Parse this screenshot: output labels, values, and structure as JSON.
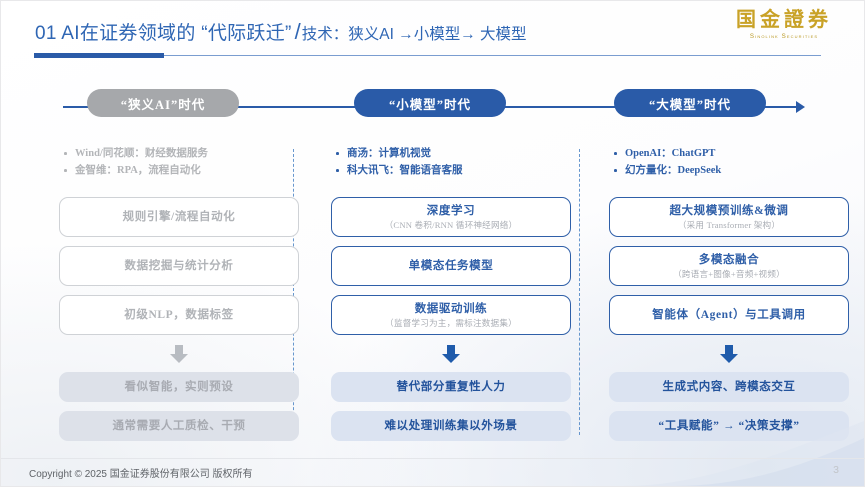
{
  "header": {
    "title_main": "01 AI在证券领域的 “代际跃迁”",
    "slash": "/",
    "title_sub": "技术：狭义AI →小模型→ 大模型",
    "logo_cn": "国金證券",
    "logo_en": "Sinolink Securities",
    "accent_color": "#2a5ba8"
  },
  "timeline": {
    "pills": [
      {
        "label": "“狭义AI”时代",
        "style": "gray"
      },
      {
        "label": "“小模型”时代",
        "style": "blue"
      },
      {
        "label": "“大模型”时代",
        "style": "blue"
      }
    ],
    "line_color": "#2a5ba8"
  },
  "columns": [
    {
      "tone": "gray",
      "bullets": [
        "Wind/同花顺：财经数据服务",
        "金智维：RPA，流程自动化"
      ],
      "boxes": [
        {
          "title": "规则引擎/流程自动化",
          "sub": ""
        },
        {
          "title": "数据挖掘与统计分析",
          "sub": ""
        },
        {
          "title": "初级NLP，数据标签",
          "sub": ""
        }
      ],
      "arrow_color": "#b8bcc2",
      "outcomes": [
        "看似智能，实则预设",
        "通常需要人工质检、干预"
      ]
    },
    {
      "tone": "blue",
      "bullets": [
        "商汤：计算机视觉",
        "科大讯飞：智能语音客服"
      ],
      "boxes": [
        {
          "title": "深度学习",
          "sub": "（CNN 卷积/RNN 循环神经网络）"
        },
        {
          "title": "单模态任务模型",
          "sub": ""
        },
        {
          "title": "数据驱动训练",
          "sub": "（监督学习为主，需标注数据集）"
        }
      ],
      "arrow_color": "#1f5bab",
      "outcomes": [
        "替代部分重复性人力",
        "难以处理训练集以外场景"
      ]
    },
    {
      "tone": "blue",
      "bullets": [
        "OpenAI：ChatGPT",
        "幻方量化：DeepSeek"
      ],
      "boxes": [
        {
          "title": "超大规模预训练&微调",
          "sub": "（采用 Transformer 架构）"
        },
        {
          "title": "多模态融合",
          "sub": "（跨语言+图像+音频+视频）"
        },
        {
          "title": "智能体（Agent）与工具调用",
          "sub": ""
        }
      ],
      "arrow_color": "#1f5bab",
      "outcomes": [
        "生成式内容、跨模态交互",
        "“工具赋能” → “决策支撑”"
      ]
    }
  ],
  "footer": {
    "copyright": "Copyright © 2025 国金证券股份有限公司 版权所有",
    "page_number": "3"
  }
}
